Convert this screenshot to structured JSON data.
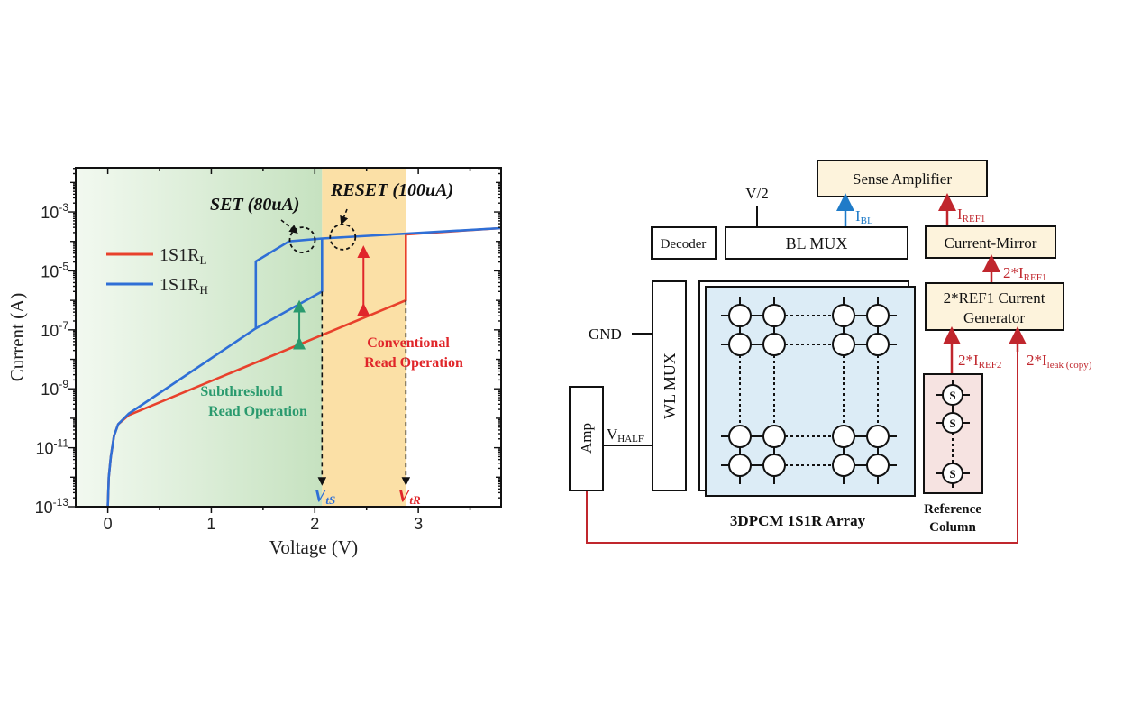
{
  "chart_data": {
    "type": "line",
    "xlabel": "Voltage (V)",
    "ylabel": "Current (A)",
    "xlim": [
      -0.31,
      3.8
    ],
    "ylim_log10": [
      -13,
      -1.5
    ],
    "yscale": "log",
    "x_ticks": [
      {
        "value": 0,
        "label": "0"
      },
      {
        "value": 1,
        "label": "1"
      },
      {
        "value": 2,
        "label": "2"
      },
      {
        "value": 3,
        "label": "3"
      }
    ],
    "y_ticks": [
      {
        "exp": -13,
        "base": "10",
        "sup": "-13"
      },
      {
        "exp": -11,
        "base": "10",
        "sup": "-11"
      },
      {
        "exp": -9,
        "base": "10",
        "sup": "-9"
      },
      {
        "exp": -7,
        "base": "10",
        "sup": "-7"
      },
      {
        "exp": -5,
        "base": "10",
        "sup": "-5"
      },
      {
        "exp": -3,
        "base": "10",
        "sup": "-3"
      }
    ],
    "legend": {
      "placement": "upper-left",
      "entries": [
        {
          "name": "1S1R",
          "sub": "L",
          "color": "#e8412c"
        },
        {
          "name": "1S1R",
          "sub": "H",
          "color": "#2f6fd6"
        }
      ]
    },
    "regions": [
      {
        "name": "Subthreshold Read Operation",
        "x": [
          -0.31,
          2.07
        ],
        "color": "#cfe8c8"
      },
      {
        "name": "Conventional Read Operation",
        "x": [
          2.07,
          2.88
        ],
        "color": "#fbe0a6"
      }
    ],
    "series": [
      {
        "name": "1S1R_L",
        "color": "#e8412c",
        "points_log10": [
          [
            0.0,
            -13
          ],
          [
            0.01,
            -12
          ],
          [
            0.03,
            -11.3
          ],
          [
            0.06,
            -10.6
          ],
          [
            0.1,
            -10.2
          ],
          [
            0.2,
            -9.9
          ],
          [
            2.88,
            -6.0
          ],
          [
            2.88,
            -3.76
          ],
          [
            3.8,
            -3.55
          ]
        ]
      },
      {
        "name": "1S1R_H",
        "color": "#2f6fd6",
        "points_log10": [
          [
            0.0,
            -13
          ],
          [
            0.01,
            -12
          ],
          [
            0.03,
            -11.3
          ],
          [
            0.06,
            -10.6
          ],
          [
            0.1,
            -10.2
          ],
          [
            0.2,
            -9.85
          ],
          [
            1.43,
            -6.95
          ],
          [
            1.43,
            -4.68
          ],
          [
            1.75,
            -4.0
          ],
          [
            2.07,
            -3.9
          ],
          [
            3.8,
            -3.55
          ]
        ]
      },
      {
        "name": "1S1R_H_branch",
        "color": "#2f6fd6",
        "points_log10": [
          [
            1.43,
            -6.95
          ],
          [
            2.07,
            -5.7
          ],
          [
            2.07,
            -3.9
          ]
        ]
      }
    ],
    "annotations": {
      "set": "SET (80uA)",
      "reset": "RESET (100uA)",
      "subthreshold_line1": "Subthreshold",
      "subthreshold_line2": "Read Operation",
      "conventional_line1": "Conventional",
      "conventional_line2": "Read Operation",
      "vts_base": "V",
      "vts_sub": "tS",
      "vtr_base": "V",
      "vtr_sub": "tR",
      "vts_value": 2.07,
      "vtr_value": 2.88,
      "set_marker": {
        "x": 1.88,
        "log10": -3.95
      },
      "reset_marker": {
        "x": 2.27,
        "log10": -3.85
      },
      "green_arrow": {
        "x": 1.85,
        "log10": [
          -7.45,
          -6.2
        ]
      },
      "red_arrow": {
        "x": 2.47,
        "log10": [
          -6.3,
          -4.35
        ]
      },
      "colors": {
        "green_text": "#2a9a6e",
        "red_text": "#e0262a",
        "blue_text": "#2f6fd6",
        "black_text": "#111111"
      }
    }
  },
  "diagram": {
    "sense_amplifier": "Sense Amplifier",
    "v_half_top": "V/2",
    "i_bl": {
      "base": "I",
      "sub": "BL"
    },
    "decoder": "Decoder",
    "bl_mux": "BL MUX",
    "current_mirror": "Current-Mirror",
    "i_ref1": {
      "base": "I",
      "sub": "REF1"
    },
    "two_i_ref1": {
      "base": "2*I",
      "sub": "REF1"
    },
    "generator_line1": "2*REF1 Current",
    "generator_line2": "Generator",
    "two_i_ref2": {
      "base": "2*I",
      "sub": "REF2"
    },
    "two_i_leak": {
      "base": "2*I",
      "sub": "leak (copy)"
    },
    "gnd": "GND",
    "wl_mux": "WL MUX",
    "amp": "Amp",
    "v_half": {
      "base": "V",
      "sub": "HALF"
    },
    "array_label": "3DPCM 1S1R Array",
    "reference_line1": "Reference",
    "reference_line2": "Column",
    "ref_cell_label": "S",
    "colors": {
      "box_fill": "#fdf3dc",
      "array_fill": "#dcecf6",
      "ref_fill": "#f6e3e1",
      "red_wire": "#c0262d",
      "blue_wire": "#1f7bc8"
    }
  }
}
